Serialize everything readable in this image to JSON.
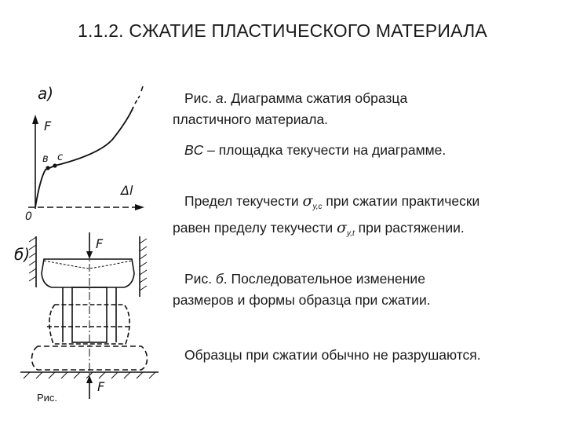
{
  "slide": {
    "title": "1.1.2. СЖАТИЕ ПЛАСТИЧЕСКОГО МАТЕРИАЛА"
  },
  "figure": {
    "label_a": "а)",
    "label_b": "б)",
    "label_F_top": "F",
    "label_B": "в",
    "label_C": "с",
    "label_dl": "Δl",
    "label_0": "0",
    "label_F_press": "F",
    "label_F_bottom": "F",
    "caption": "Рис."
  },
  "paragraphs": {
    "p1_lead": "Рис. ",
    "p1_letter": "а",
    "p1_rest_line1": ". Диаграмма сжатия образца",
    "p1_line2": "пластичного материала.",
    "p2_bc": "BC",
    "p2_rest": " – площадка текучести на диаграмме.",
    "p3_part1": "Предел текучести ",
    "p3_sigma1": "σ",
    "p3_sub1": "y,c",
    "p3_part2": " при сжатии практически",
    "p3_part3": "равен пределу текучести ",
    "p3_sigma2": "σ",
    "p3_sub2": "y,t",
    "p3_part4": " при растяжении.",
    "p4_lead": "Рис. ",
    "p4_letter": "б",
    "p4_rest_line1": ". Последовательное изменение",
    "p4_line2": "размеров и формы образца при сжатии.",
    "p5": "Образцы при сжатии обычно не разрушаются."
  }
}
